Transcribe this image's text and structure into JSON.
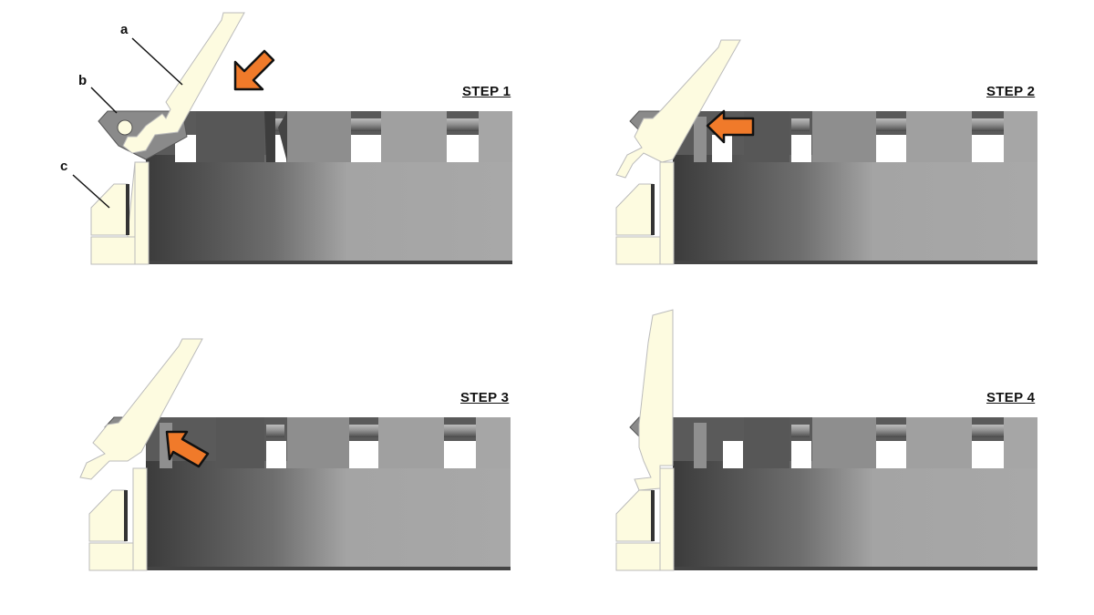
{
  "diagram": {
    "type": "assembly-instruction-sequence",
    "steps": [
      {
        "label": "STEP 1",
        "arrow": "down-left",
        "arrow_target": "lever a onto hinge pin b"
      },
      {
        "label": "STEP 2",
        "arrow": "left",
        "arrow_target": "lever rotating toward rail"
      },
      {
        "label": "STEP 3",
        "arrow": "up-left",
        "arrow_target": "lever pushed upward"
      },
      {
        "label": "STEP 4",
        "arrow": null,
        "arrow_target": "lever closed vertical"
      }
    ],
    "callouts": [
      {
        "id": "a",
        "label": "a",
        "part": "lever"
      },
      {
        "id": "b",
        "label": "b",
        "part": "hinge bracket / pin"
      },
      {
        "id": "c",
        "label": "c",
        "part": "end clamp"
      }
    ],
    "colors": {
      "part_cream": "#fdfbe0",
      "arrow_orange": "#f07a2a",
      "rail_dark": "#3e3e3e",
      "rail_light": "#a9a9a9",
      "outline": "#111111"
    }
  }
}
